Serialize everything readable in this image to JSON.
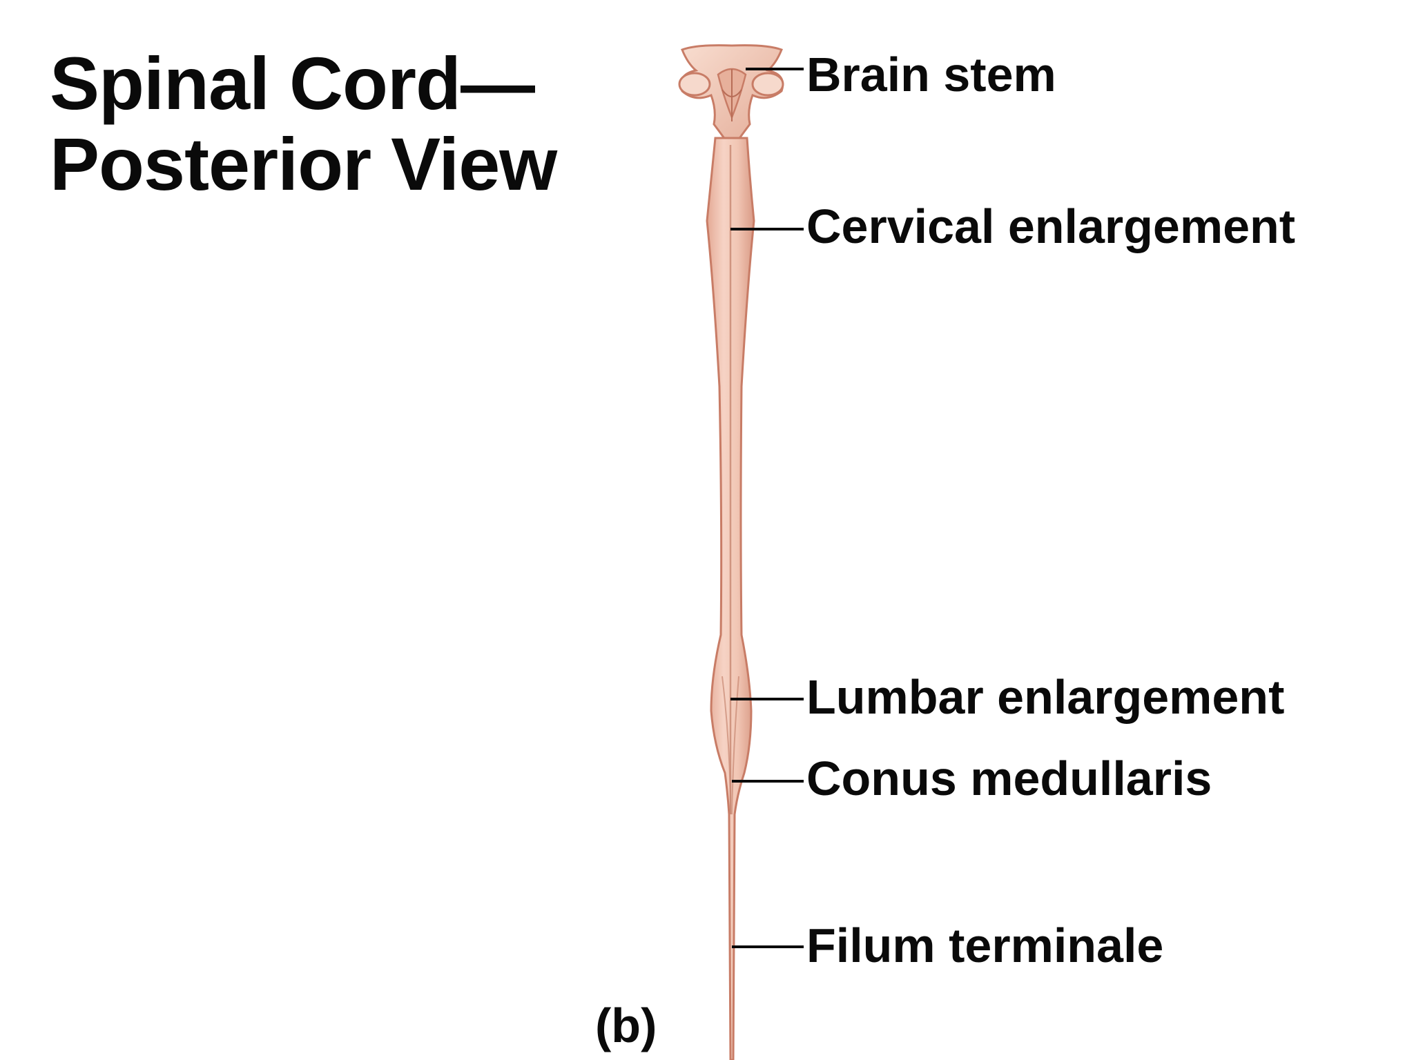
{
  "title": {
    "line1": "Spinal Cord—",
    "line2": "Posterior View"
  },
  "labels": {
    "brain_stem": "Brain stem",
    "cervical_enlargement": "Cervical enlargement",
    "lumbar_enlargement": "Lumbar enlargement",
    "conus_medullaris": "Conus medullaris",
    "filum_terminale": "Filum terminale"
  },
  "panel_letter": "(b)",
  "colors": {
    "cord_fill": "#efc2b1",
    "cord_shade": "#d99a86",
    "cord_outline": "#c87c66",
    "leader_line": "#0a0a0a",
    "text": "#0a0a0a"
  }
}
